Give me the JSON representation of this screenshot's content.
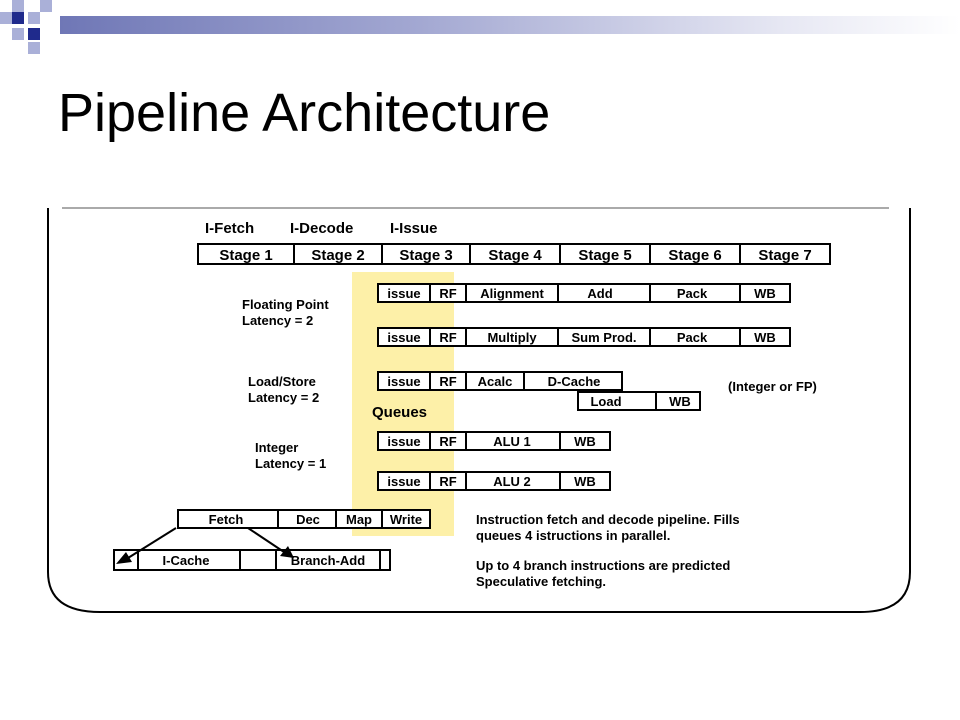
{
  "slide": {
    "title": "Pipeline Architecture"
  },
  "colors": {
    "accent": "#1f2a8c",
    "corner_light": "#aab0d8",
    "queues_highlight": "#fdf0a8"
  },
  "diagram": {
    "phase_labels": [
      "I-Fetch",
      "I-Decode",
      "I-Issue"
    ],
    "stages": [
      "Stage 1",
      "Stage 2",
      "Stage 3",
      "Stage 4",
      "Stage 5",
      "Stage 6",
      "Stage 7"
    ],
    "fp_label": [
      "Floating Point",
      "Latency = 2"
    ],
    "ls_label": [
      "Load/Store",
      "Latency = 2"
    ],
    "int_label": [
      "Integer",
      "Latency = 1"
    ],
    "queues_label": "Queues",
    "fp_row1": [
      "issue",
      "RF",
      "Alignment",
      "Add",
      "Pack",
      "WB"
    ],
    "fp_row2": [
      "issue",
      "RF",
      "Multiply",
      "Sum Prod.",
      "Pack",
      "WB"
    ],
    "ls_row1": [
      "issue",
      "RF",
      "Acalc",
      "D-Cache"
    ],
    "ls_row2": [
      "Load",
      "WB"
    ],
    "ls_note": "(Integer or FP)",
    "int_row1": [
      "issue",
      "RF",
      "ALU 1",
      "WB"
    ],
    "int_row2": [
      "issue",
      "RF",
      "ALU 2",
      "WB"
    ],
    "fetch_row": [
      "Fetch",
      "Dec",
      "Map",
      "Write"
    ],
    "cache_row": [
      "I-Cache",
      "Branch-Add"
    ],
    "note1": [
      "Instruction fetch and decode pipeline. Fills",
      "queues 4 istructions in parallel."
    ],
    "note2": [
      "Up to 4 branch instructions are predicted",
      "Speculative fetching."
    ]
  }
}
